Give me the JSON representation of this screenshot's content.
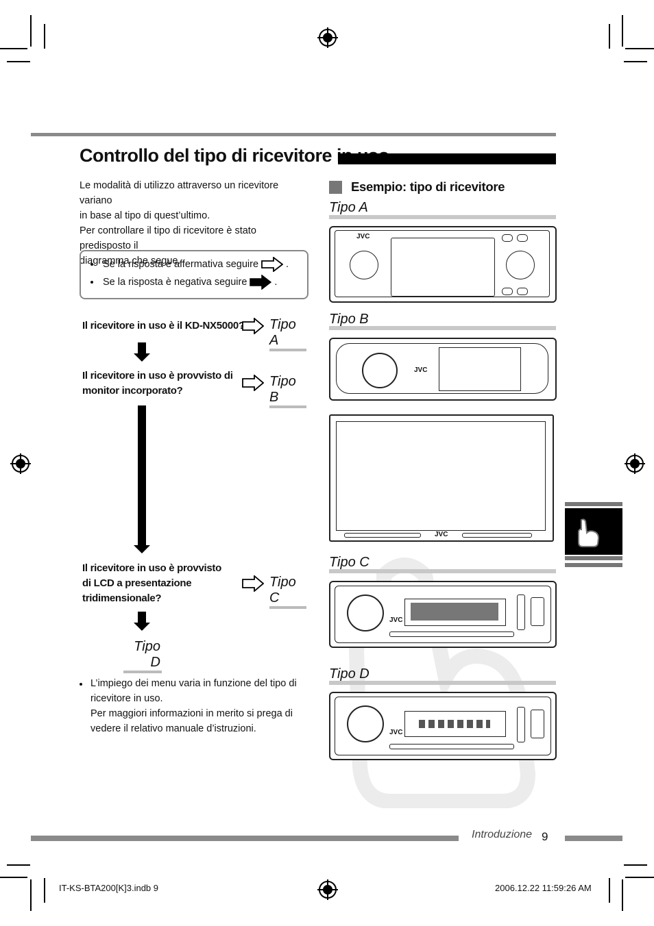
{
  "title": "Controllo del tipo di ricevitore in uso",
  "intro_line1": "Le modalità di utilizzo attraverso un ricevitore variano",
  "intro_line2": "in base al tipo di quest’ultimo.",
  "intro_line3": "Per controllare il tipo di ricevitore è stato predisposto il",
  "intro_line4": "diagramma che segue.",
  "legend": {
    "yes_text": "Se la risposta è affermativa seguire",
    "no_text": "Se la risposta è negativa seguire",
    "period": "."
  },
  "flow": {
    "q1": "Il ricevitore in uso è il KD-NX5000?",
    "q2_line1": "Il ricevitore in uso è provvisto di",
    "q2_line2": "monitor incorporato?",
    "q3_line1": "Il ricevitore in uso è provvisto",
    "q3_line2": "di LCD a presentazione",
    "q3_line3": "tridimensionale?",
    "tipo_a": "Tipo A",
    "tipo_b": "Tipo B",
    "tipo_c": "Tipo C",
    "tipo_d": "Tipo D"
  },
  "note": {
    "line1": "L’impiego dei menu varia in funzione del tipo di",
    "line2": "ricevitore in uso.",
    "line3": "Per maggiori informazioni in merito si prega di",
    "line4": "vedere il relativo manuale d’istruzioni."
  },
  "example": {
    "heading": "Esempio: tipo di ricevitore",
    "label_a": "Tipo A",
    "label_b": "Tipo B",
    "label_c": "Tipo C",
    "label_d": "Tipo D",
    "brand": "JVC"
  },
  "footer": {
    "section": "Introduzione",
    "page": "9",
    "slug_file": "IT-KS-BTA200[K]3.indb   9",
    "slug_date": "2006.12.22   11:59:26 AM"
  }
}
